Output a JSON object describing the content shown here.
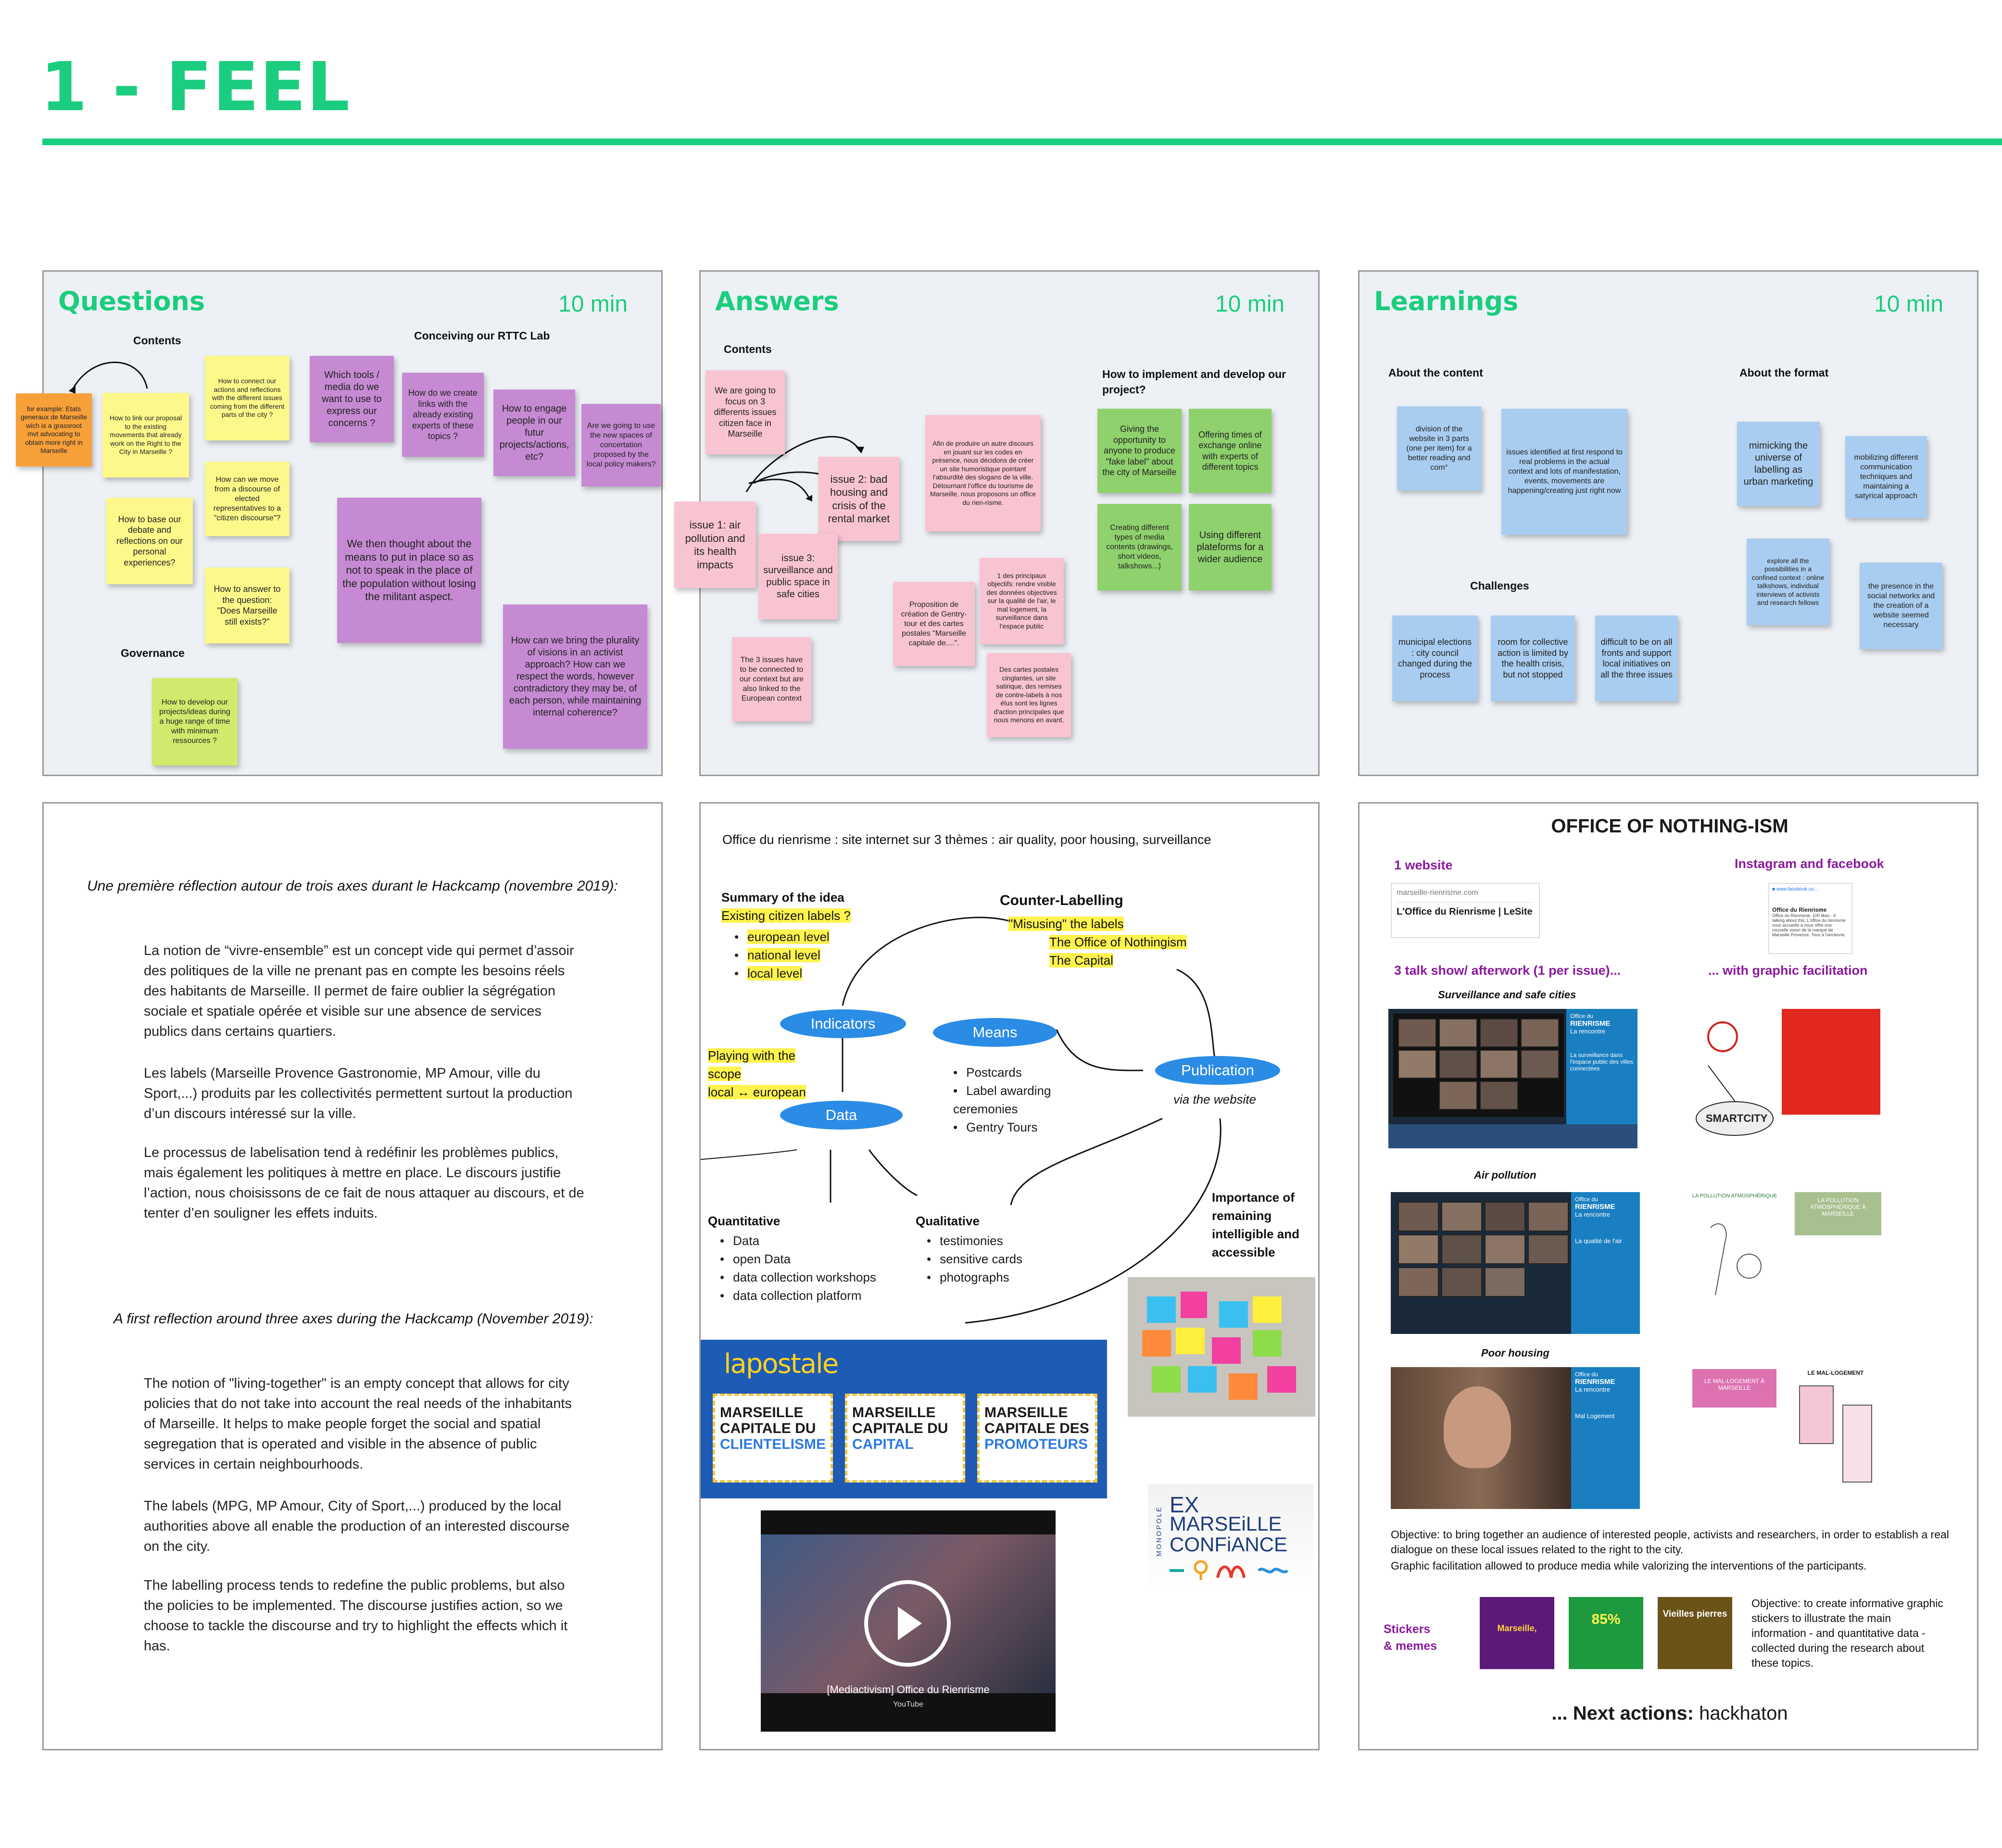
{
  "header": {
    "title": "1 - FEEL"
  },
  "questions": {
    "title": "Questions",
    "time": "10 min",
    "contents_label": "Contents",
    "conceiving_label": "Conceiving our RTTC Lab",
    "governance_label": "Governance",
    "notes": [
      "for example: Etats generaux de Marseille wich is a grassroot mvt advocating to obtain more right in Marseille",
      "How to link our proposal to the existing movements that already work on the Right to the City in Marseille ?",
      "How to connect our actions and reflections with the different issues coming from the different parts of the city ?",
      "How can we move from a discourse of elected representatives to a \"citizen discourse\"?",
      "How to base our debate and reflections on our personal experiences?",
      "How to answer to the question: \"Does Marseille still exists?\"",
      "Which tools / media do we want to use to express our concerns ?",
      "How do we create links with the already existing experts of these topics ?",
      "How to engage people in our futur projects/actions, etc?",
      "Are we going to use the new spaces of concertation proposed by the local policy makers?",
      "We then thought about the means to put in place so as not to speak in the place of the population without losing the militant aspect.",
      "How can we bring the plurality of visions in an activist approach? How can we respect the words, however contradictory they may be, of each person, while maintaining internal coherence?",
      "How  to develop our projects/ideas during a huge range of time with minimum ressources ?"
    ]
  },
  "answers": {
    "title": "Answers",
    "time": "10 min",
    "contents_label": "Contents",
    "implement_label": "How to implement and  develop our project?",
    "notes": [
      "We are going to focus on 3 differents issues citizen face in Marseille",
      "issue 1: air pollution and its health impacts",
      "issue 2: bad housing and crisis of the rental market",
      "issue 3: surveillance and public space in safe cities",
      "The 3 issues have to be connected to our context but are also linked to the European context",
      "Afin de produire un autre discours en jouant sur les codes en présence, nous décidons de créer un site humoristique pointant l'absurdité des slogans de la ville. Détournant l'office du tourisme de Marseille, nous proposons un office du rien-risme.",
      "Proposition de création de Gentry-tour et des cartes postales \"Marseille capitale de....\".",
      "1 des principaux objectifs: rendre visible des données objectives sur la qualité de l'air, le mal logement, la surveillance dans l'espace public",
      "Des cartes postales cinglantes, un site satirique, des remises de contre-labels à nos élus sont les lignes d'action principales que nous menons en avant.",
      "Giving the opportunity to anyone to produce \"fake label\" about the city of Marseille",
      "Offering times of exchange online with experts of different topics",
      "Creating different types of media contents (drawings, short videos, talkshows...)",
      "Using different plateforms for a wider audience"
    ]
  },
  "learnings": {
    "title": "Learnings",
    "time": "10 min",
    "content_label": "About the content",
    "format_label": "About the format",
    "challenges_label": "Challenges",
    "notes": [
      "division of the website in 3 parts (one per item) for a better reading and com°",
      "issues identified at first respond to real problems in the actual context and lots of manifestation, events, movements are happening/creating  just right now",
      "mimicking the universe of labelling as urban marketing",
      "mobilizing different communication techniques and maintaining a satyrical approach",
      "explore all the possibilities in a confined context : online talkshows, individual interviews of activists and research fellows",
      "the presence in the social networks and the creation of a website seemed necessary",
      "municipal elections : city council changed during the process",
      "room for collective action is limited by the health crisis, but not stopped",
      "difficult to be on all fronts and support local initiatives on all the three issues"
    ]
  },
  "text_panel": {
    "fr_heading": "Une première réflection autour de trois axes durant le Hackcamp (novembre 2019):",
    "fr_p1": "La notion de “vivre-ensemble” est un concept vide qui permet d’assoir des politiques de la ville ne prenant pas en compte les besoins réels des habitants de Marseille. Il permet de faire oublier la ségrégation sociale et spatiale opérée et visible sur une absence de services publics dans certains quartiers.",
    "fr_p2": "Les labels (Marseille Provence Gastronomie, MP Amour, ville du Sport,...) produits par les collectivités permettent surtout la production d’un discours intéressé sur la ville.",
    "fr_p3": "Le processus de labelisation tend à redéfinir les problèmes publics, mais également les politiques à mettre en place. Le discours justifie l’action, nous choisissons de ce fait de nous attaquer au discours, et de tenter d’en souligner les effets induits.",
    "en_heading": "A first reflection around three axes during the Hackcamp (November 2019):",
    "en_p1": "The notion of \"living-together\" is an empty concept that allows for city policies that do not take into account the real needs of the inhabitants of Marseille. It helps to make people forget the social and spatial segregation that is operated and visible in the absence of public services in certain neighbourhoods.",
    "en_p2": "The labels (MPG, MP Amour, City of Sport,...) produced by the local authorities above all enable the production of an interested discourse on the city.",
    "en_p3": "The labelling process tends to redefine the public problems, but also the policies to be implemented. The discourse justifies action, so we choose to tackle the discourse and try to highlight the effects which it has."
  },
  "diagram_panel": {
    "intro": "Office du rienrisme : site internet sur 3 thèmes : air quality, poor housing, surveillance",
    "summary_title": "Summary of the idea",
    "summary_hl": "Existing citizen labels ?",
    "summary_items": [
      "european level",
      "national level",
      "local level"
    ],
    "counter_title": "Counter-Labelling",
    "counter_items": [
      "\"Misusing\" the labels",
      "The Office of Nothingism",
      "The Capital"
    ],
    "indicators": "Indicators",
    "means": "Means",
    "publication": "Publication",
    "data": "Data",
    "scope_lines": [
      "Playing with the",
      "scope",
      "local ↔ european"
    ],
    "means_items": [
      "Postcards",
      "Label awarding ceremonies",
      "Gentry Tours"
    ],
    "via_website": "via the website",
    "quant_title": "Quantitative",
    "quant_items": [
      "Data",
      "open Data",
      "data collection workshops",
      "data collection platform"
    ],
    "qual_title": "Qualitative",
    "qual_items": [
      "testimonies",
      "sensitive cards",
      "photographs"
    ],
    "importance": "Importance of remaining intelligible and accessible",
    "lapostale": "lapostale",
    "postcards": [
      {
        "l1": "MARSEILLE",
        "l2": "CAPITALE DU",
        "l3": "CLIENTELISME"
      },
      {
        "l1": "MARSEILLE",
        "l2": "CAPITALE DU",
        "l3": "CAPITAL"
      },
      {
        "l1": "MARSEILLE",
        "l2": "CAPITALE DES",
        "l3": "PROMOTEURS"
      }
    ],
    "video_title": "[Mediactivism] Office du Rienrisme",
    "video_source": "YouTube",
    "logo_side": "MONOPOLE",
    "logo_l1": "EX",
    "logo_l2": "MARSEiLLE",
    "logo_l3": "CONFiANCE"
  },
  "office_panel": {
    "title": "OFFICE OF NOTHING-ISM",
    "website_label": "1 website",
    "insta_label": "Instagram and facebook",
    "website_url": "marseille-rienrisme.com",
    "website_card_title": "L'Office du Rienrisme | LeSite",
    "fb_url": "www.facebook.co...",
    "fb_card_title": "Office du Rienrisme",
    "fb_card_text": "Office du Rienrisme. 100 likes · 4 talking about this. L'office du rienrisme vous accueille à nous offre une nouvelle vision de la marque de Marseille Provence. Tous à l'ancienne.",
    "talkshow_label": "3 talk show/ afterwork (1 per issue)...",
    "graphic_label": "... with graphic facilitation",
    "cap1": "Surveillance and safe cities",
    "cap2": "Air pollution",
    "cap3": "Poor housing",
    "v_brand1": "Office du",
    "v_brand2": "RIENRISME",
    "v_brand3": "La rencontre",
    "v1_text": "La surveillance dans l'espace public des villes connectées",
    "v2_text": "La qualité de l'air",
    "v3_text": "Mal Logement",
    "smartcity": "SMARTCITY",
    "gf_air_a": "LA POLLUTION ATMOSPHÉRIQUE",
    "gf_air_b": "LA POLLUTION ATMOSPHÉRIQUE À MARSEILLE",
    "gf_house_a": "LE MAL-LOGEMENT À MARSEILLE",
    "gf_house_b": "LE MAL-LOGEMENT",
    "objective1": "Objective: to bring together an audience of interested people, activists and researchers, in order to establish a real dialogue on these local issues related to the right to the city.",
    "objective2": "Graphic facilitation allowed to produce media while valorizing the interventions of the participants.",
    "stickers_label": "Stickers & memes",
    "sticker_texts": [
      "Marseille,",
      "85%",
      "Vieilles pierres"
    ],
    "objective3": "Objective: to create informative graphic stickers to illustrate the main information - and quantitative data - collected during the research about these topics.",
    "next_bold": "... Next actions:",
    "next_rest": " hackhaton"
  },
  "colors": {
    "accent": "#1bcd7e",
    "purple": "#8a1a9e",
    "ellipse": "#2b8ce6",
    "highlight": "#fff34d"
  }
}
